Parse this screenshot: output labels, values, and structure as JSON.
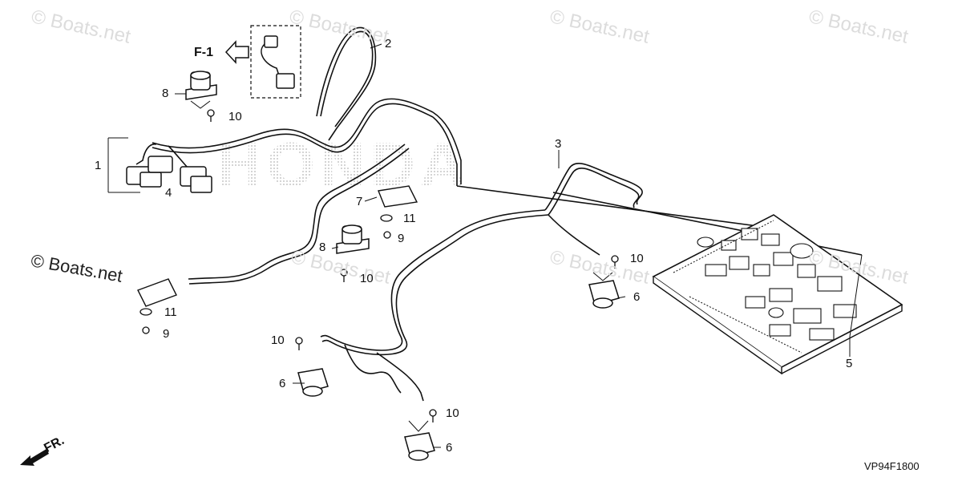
{
  "watermarks": [
    "© Boats.net",
    "© Boats.net",
    "© Boats.net",
    "© Boats.net",
    "© Boats.net",
    "© Boats.net",
    "© Boats.net"
  ],
  "watermark_strong": "© Boats.net",
  "logo_text": "HONDA",
  "reference_label": "F-1",
  "direction_label": "FR.",
  "diagram_code": "VP94F1800",
  "callouts": [
    "1",
    "2",
    "3",
    "4",
    "5",
    "6",
    "6",
    "6",
    "7",
    "8",
    "8",
    "9",
    "9",
    "10",
    "10",
    "10",
    "10",
    "10",
    "11",
    "11"
  ],
  "colors": {
    "line": "#111111",
    "watermark": "#dcdcdc",
    "logo_dots": "#bdbdbd"
  }
}
